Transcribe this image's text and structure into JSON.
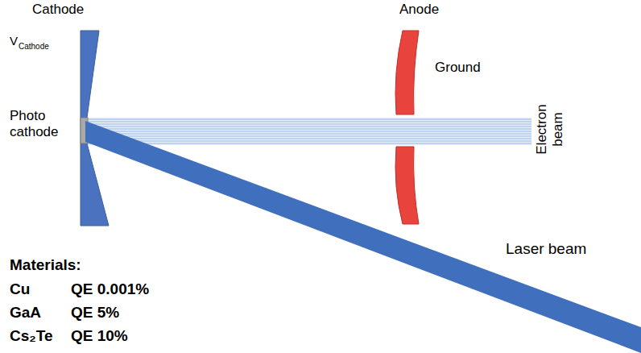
{
  "diagram": {
    "labels": [
      "Cathode",
      "V",
      "Cathode",
      "Photo cathode",
      "Anode",
      "Ground",
      "Electron beam",
      "Laser beam",
      "Materials:",
      "Cu",
      "QE 0.001%",
      "GaA",
      "QE 5%",
      "Cs₂Te",
      "QE 10%"
    ]
  }
}
